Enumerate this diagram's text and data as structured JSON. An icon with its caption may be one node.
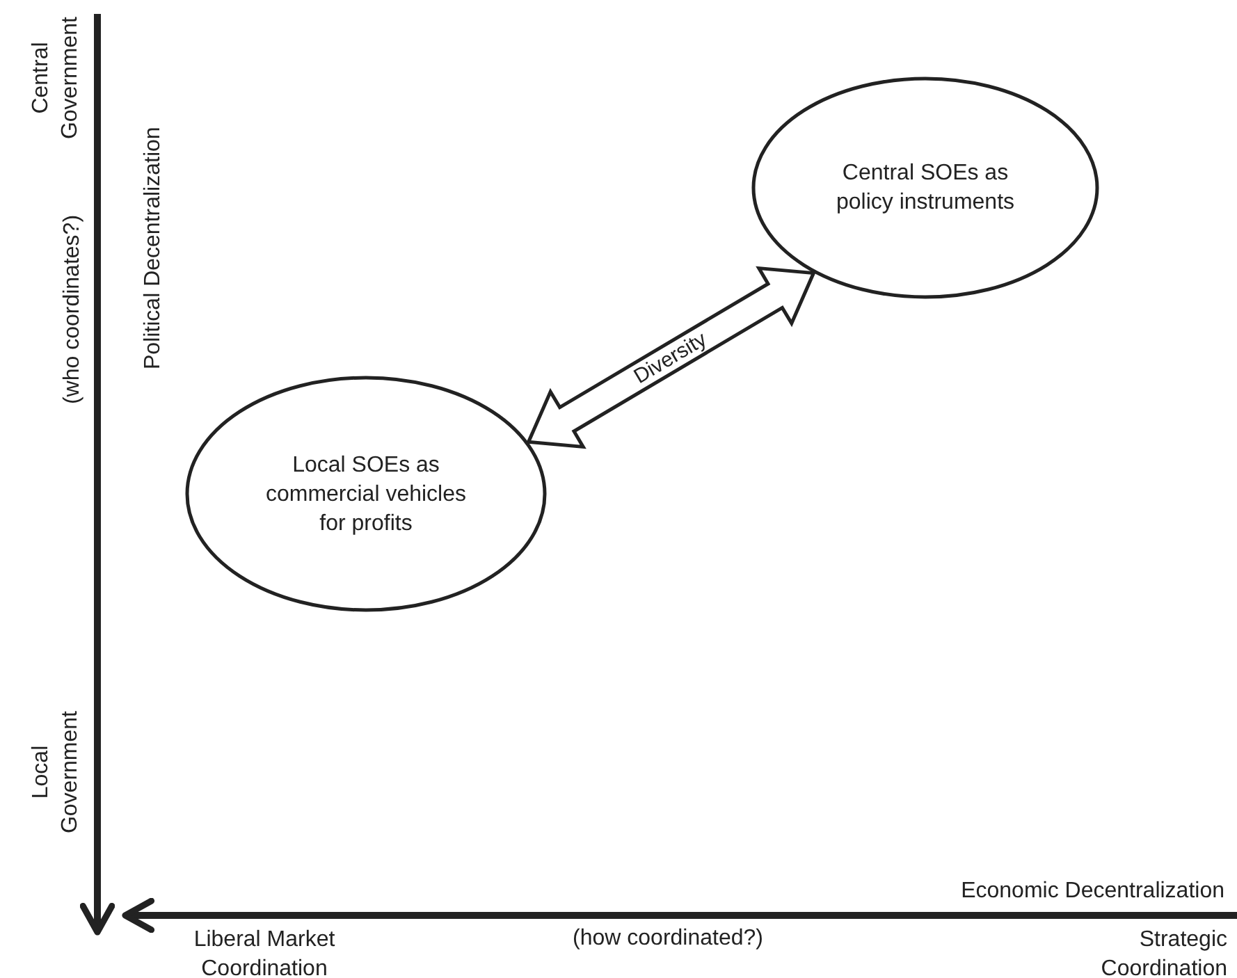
{
  "diagram": {
    "nodes": [
      {
        "text": [
          "Central SOEs as policy instruments"
        ]
      },
      {
        "text": [
          "Local SOEs as commercial vehicles for profits"
        ]
      }
    ],
    "edges": [
      {
        "from": 1,
        "to": 0,
        "arrow": "both",
        "label": "Diversity",
        "style": "thick"
      }
    ],
    "labels": [
      "Central Government",
      "Political Decentralization",
      "(who coordinates?)",
      "Local Government",
      "Economic Decentralization",
      "Liberal Market Coordination",
      "(how coordinated?)",
      "Strategic Coordination"
    ]
  }
}
